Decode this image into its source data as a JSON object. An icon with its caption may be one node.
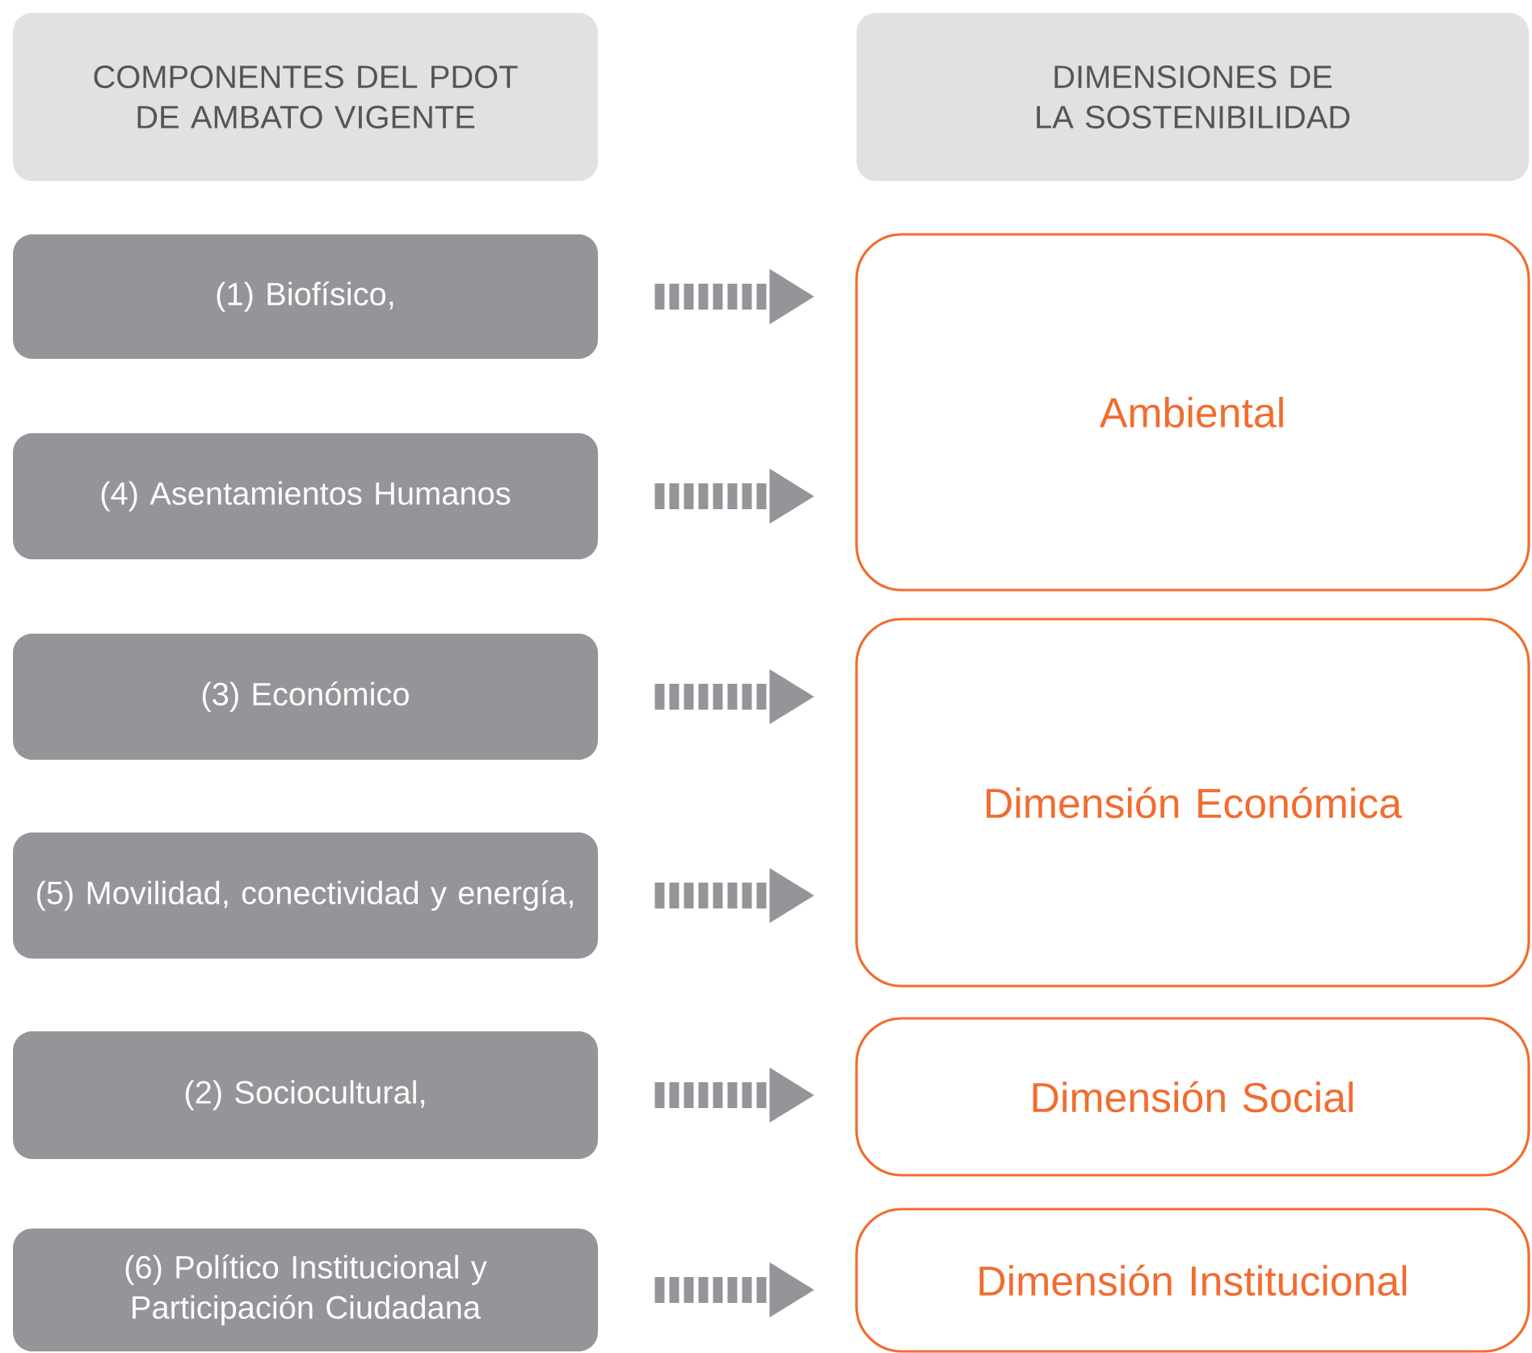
{
  "diagram": {
    "nodes": [
      {
        "text": [
          "COMPONENTES DEL PDOT DE AMBATO VIGENTE"
        ]
      },
      {
        "text": [
          "DIMENSIONES DE LA SOSTENIBILIDAD"
        ]
      },
      {
        "text": [
          "(1) Biofísico,"
        ]
      },
      {
        "text": [
          "(4) Asentamientos Humanos"
        ]
      },
      {
        "text": [
          "(3) Económico"
        ]
      },
      {
        "text": [
          "(5) Movilidad, conectividad y energía,"
        ]
      },
      {
        "text": [
          "(2) Sociocultural,"
        ]
      },
      {
        "text": [
          "(6) Político Institucional y Participación Ciudadana"
        ]
      },
      {
        "text": [
          "Ambiental"
        ]
      },
      {
        "text": [
          "Dimensión Económica"
        ]
      },
      {
        "text": [
          "Dimensión Social"
        ]
      },
      {
        "text": [
          "Dimensión Institucional"
        ]
      }
    ],
    "edges": [
      {
        "from": 2,
        "to": 8,
        "arrow": "to"
      },
      {
        "from": 3,
        "to": 8,
        "arrow": "to"
      },
      {
        "from": 4,
        "to": 9,
        "arrow": "to"
      },
      {
        "from": 5,
        "to": 9,
        "arrow": "to"
      },
      {
        "from": 6,
        "to": 10,
        "arrow": "to"
      },
      {
        "from": 7,
        "to": 11,
        "arrow": "to"
      }
    ]
  }
}
